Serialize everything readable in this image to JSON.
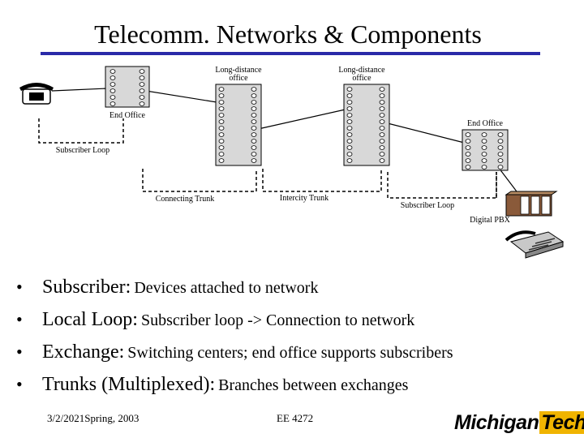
{
  "slide": {
    "title": "Telecomm. Networks & Components"
  },
  "diagram": {
    "labels": {
      "long_distance_office_1": [
        "Long-distance",
        "office"
      ],
      "long_distance_office_2": [
        "Long-distance",
        "office"
      ],
      "end_office_left": "End Office",
      "end_office_right": "End Office",
      "subscriber_loop_left": "Subscriber Loop",
      "connecting_trunk": "Connecting Trunk",
      "intercity_trunk": "Intercity Trunk",
      "subscriber_loop_right": "Subscriber Loop",
      "digital_pbx": "Digital PBX"
    }
  },
  "bullets": [
    {
      "term": "Subscriber:",
      "desc": "Devices attached to network"
    },
    {
      "term": "Local Loop:",
      "desc": "Subscriber loop -> Connection to network"
    },
    {
      "term": "Exchange:",
      "desc": "Switching centers; end office supports subscribers"
    },
    {
      "term": "Trunks (Multiplexed):",
      "desc": "Branches between exchanges"
    }
  ],
  "bullet_symbol": "•",
  "footer": {
    "date": "3/2/2021Spring, 2003",
    "course": "EE 4272"
  },
  "logo": {
    "part1": "Michigan",
    "part2": "Tech"
  },
  "colors": {
    "title_rule": "#2a2aa8",
    "logo_accent": "#f0b400"
  }
}
